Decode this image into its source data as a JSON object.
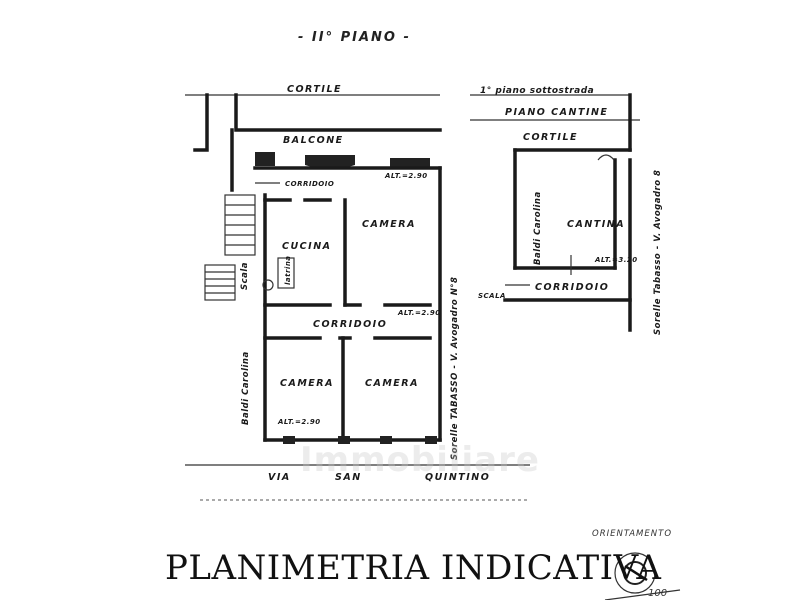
{
  "title_top": "- II° PIANO -",
  "footer_title": "PLANIMETRIA INDICATIVA",
  "orientation_label": "ORIENTAMENTO",
  "scale_fragment": "100",
  "watermark": "Immobiliare",
  "main_plan": {
    "cortile": "CORTILE",
    "balcone": "BALCONE",
    "corridoio_top": "CORRIDOIO",
    "alt_top": "ALT.=2.90",
    "camera_top": "CAMERA",
    "cucina": "CUCINA",
    "latrina": "latrina",
    "scala": "Scala",
    "corridoio_mid": "CORRIDOIO",
    "alt_mid": "ALT.=2.90",
    "camera_left": "CAMERA",
    "camera_right": "CAMERA",
    "alt_bottom": "ALT.=2.90",
    "neighbor_left": "Baldi Carolina",
    "neighbor_right": "Sorelle TABASSO - V. Avogadro N°8",
    "street": [
      "VIA",
      "SAN",
      "QUINTINO"
    ]
  },
  "cellar_plan": {
    "heading_1": "1° piano sottostrada",
    "heading_2": "PIANO CANTINE",
    "cortile": "CORTILE",
    "cantina": "CANTINA",
    "alt": "ALT.=3.20",
    "scala": "SCALA",
    "corridoio": "CORRIDOIO",
    "neighbor_left": "Baldi Carolina",
    "neighbor_right": "Sorelle Tabasso - V. Avogadro 8"
  }
}
